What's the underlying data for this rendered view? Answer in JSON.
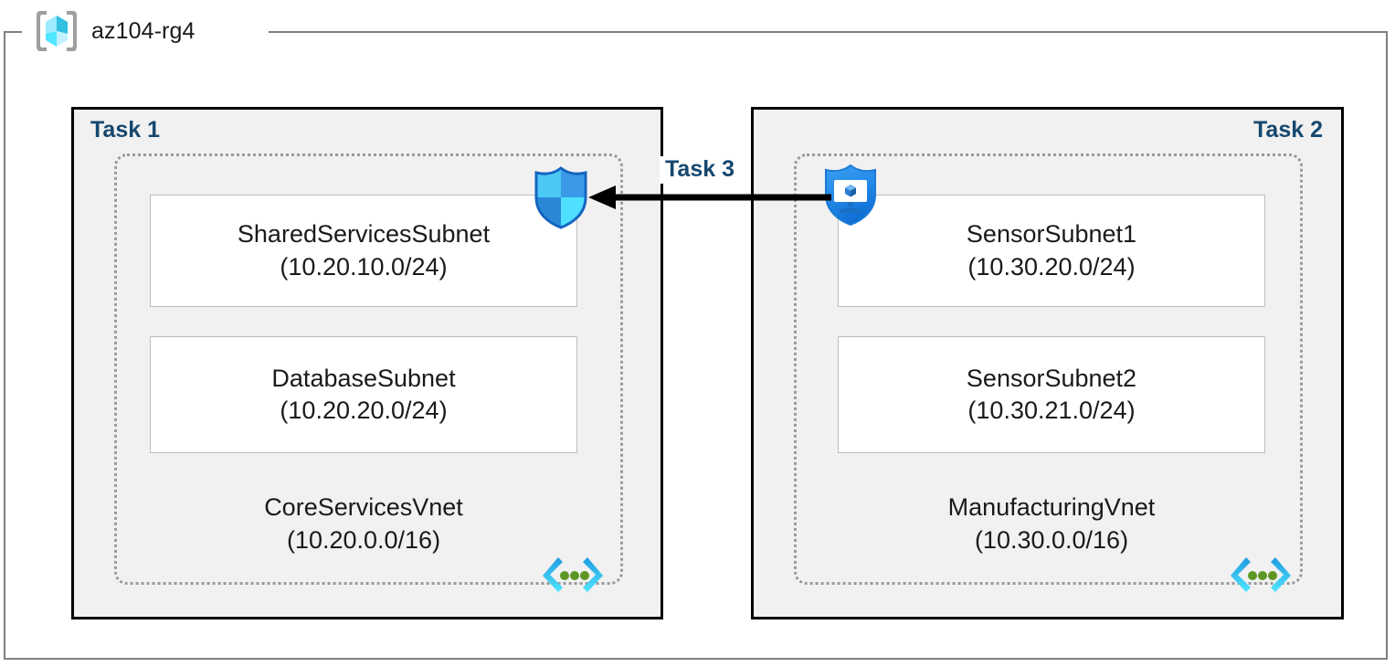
{
  "resource_group": {
    "name": "az104-rg4",
    "icon": "resource-group-cube-icon"
  },
  "colors": {
    "task_label": "#16486f",
    "task_box_fill": "#f1f1f1",
    "task_box_border": "#000000",
    "vnet_border": "#9a9a9a",
    "subnet_border": "#bdbdbd",
    "subnet_fill": "#ffffff",
    "frame_border": "#808080",
    "arrow": "#000000",
    "azure_blue": "#0078d4",
    "azure_cyan": "#50e6ff",
    "vnet_dot_green": "#5e9624"
  },
  "tasks": [
    {
      "id": "task-1",
      "label": "Task 1",
      "align": "left",
      "vnet": {
        "name": "CoreServicesVnet",
        "cidr": "(10.20.0.0/16)",
        "icon": "vnet-code-brackets-icon",
        "subnets": [
          {
            "name": "SharedServicesSubnet",
            "cidr": "(10.20.10.0/24)"
          },
          {
            "name": "DatabaseSubnet",
            "cidr": "(10.20.20.0/24)"
          }
        ]
      },
      "badge": {
        "icon": "shield-firewall-icon",
        "label": "Azure Firewall"
      }
    },
    {
      "id": "task-2",
      "label": "Task 2",
      "align": "right",
      "vnet": {
        "name": "ManufacturingVnet",
        "cidr": "(10.30.0.0/16)",
        "icon": "vnet-code-brackets-icon",
        "subnets": [
          {
            "name": "SensorSubnet1",
            "cidr": "(10.30.20.0/24)"
          },
          {
            "name": "SensorSubnet2",
            "cidr": "(10.30.21.0/24)"
          }
        ]
      },
      "badge": {
        "icon": "shield-bastion-icon",
        "label": "Azure Bastion"
      }
    }
  ],
  "connector": {
    "label": "Task 3",
    "direction": "right-to-left",
    "from": "task-2",
    "to": "task-1",
    "icon": "arrow-left-icon"
  }
}
